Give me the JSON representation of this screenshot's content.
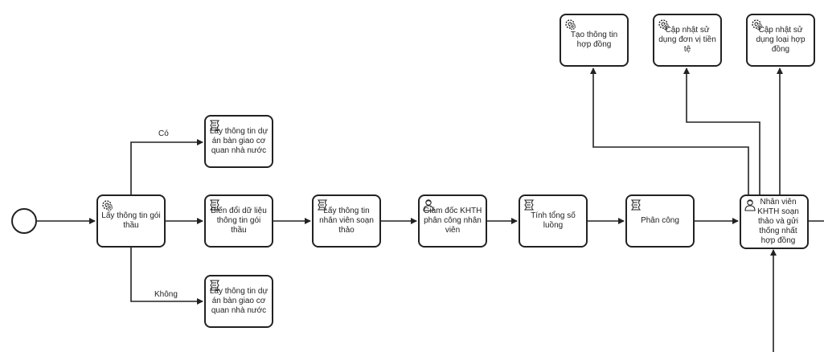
{
  "tasks": {
    "lay_thong_tin_goi_thau": "Lấy thông tin gói thầu",
    "lay_thong_tin_du_an_co": "Lấy thông tin dự án bàn giao cơ quan nhà nước",
    "bien_doi_du_lieu": "Biến đổi dữ liệu thông tin gói thầu",
    "lay_thong_tin_du_an_khong": "Lấy thông tin dự án bàn giao cơ quan nhà nước",
    "lay_thong_tin_nhan_vien": "Lấy thông tin nhân viên soạn thảo",
    "giam_doc_phan_cong": "Giám đốc KHTH phân công nhân viên",
    "tinh_tong_so_luong": "Tính tổng số luồng",
    "phan_cong": "Phân công",
    "nhan_vien_soan_thao": "Nhân viên KHTH soạn thảo và gửi thống nhất hợp đồng",
    "tao_thong_tin_hop_dong": "Tạo thông tin hợp đồng",
    "cap_nhat_don_vi_tien_te": "Cập nhật sử dụng đơn vị tiền tệ",
    "cap_nhat_loai_hop_dong": "Cập nhật sử dụng loại hợp đồng"
  },
  "flow_labels": {
    "co": "Có",
    "khong": "Không"
  },
  "icons": {
    "service": "gear-icon",
    "script": "script-icon",
    "user": "user-icon"
  },
  "colors": {
    "stroke": "#222222",
    "fill": "#ffffff"
  }
}
